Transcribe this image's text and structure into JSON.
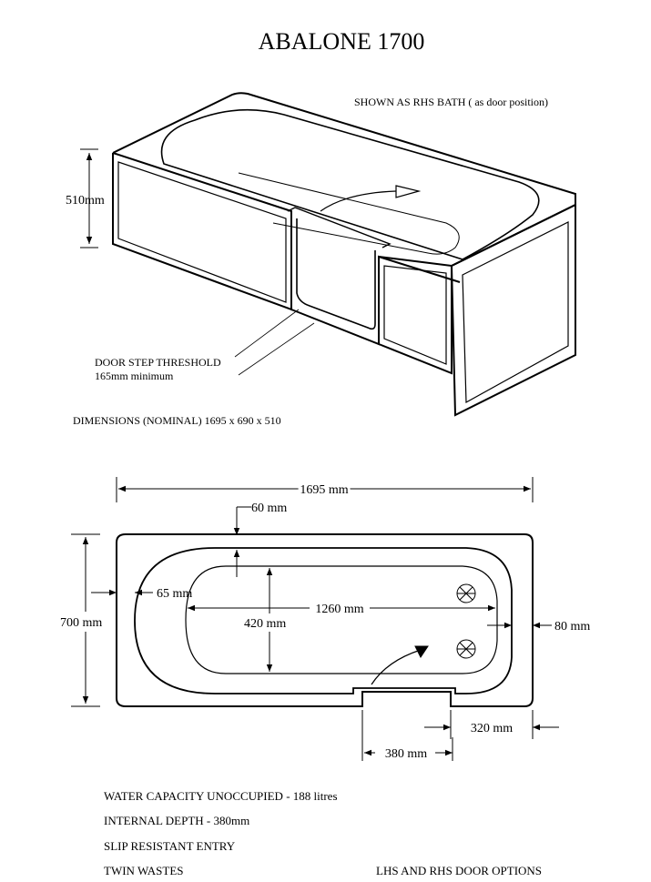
{
  "title": "ABALONE 1700",
  "shown_as": "SHOWN AS RHS BATH ( as door position)",
  "height_dim": "510mm",
  "door_step_label": "DOOR STEP THRESHOLD",
  "door_step_value": "165mm minimum",
  "dimensions_nominal": "DIMENSIONS (NOMINAL)  1695 x 690 x 510",
  "plan": {
    "overall_length": "1695 mm",
    "rim_top": "60 mm",
    "rim_left": "65 mm",
    "overall_width": "700 mm",
    "inner_length": "1260 mm",
    "inner_width": "420 mm",
    "rim_right": "80 mm",
    "door_right": "320 mm",
    "door_width": "380 mm"
  },
  "features": [
    "WATER CAPACITY UNOCCUPIED - 188 litres",
    "INTERNAL DEPTH - 380mm",
    "SLIP RESISTANT ENTRY",
    "TWIN WASTES"
  ],
  "options_note": "LHS AND RHS DOOR OPTIONS"
}
